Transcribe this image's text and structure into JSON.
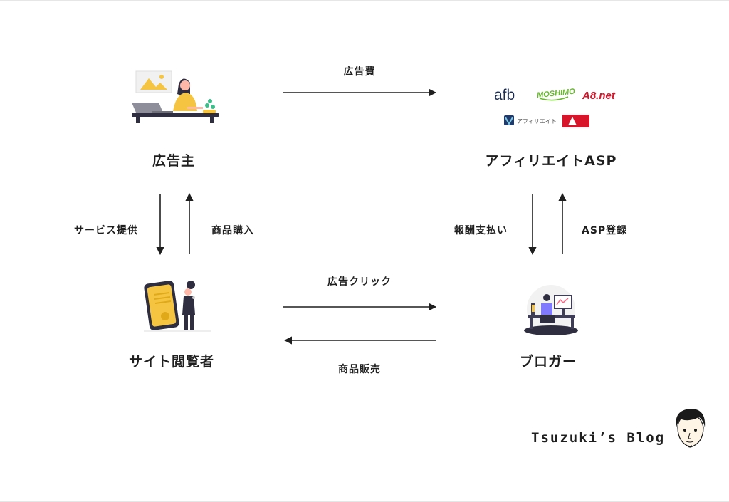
{
  "nodes": {
    "advertiser": "広告主",
    "asp": "アフィリエイトASP",
    "visitor": "サイト閲覧者",
    "blogger": "ブロガー"
  },
  "edges": {
    "ad_fee": "広告費",
    "service": "サービス提供",
    "purchase": "商品購入",
    "reward": "報酬支払い",
    "asp_register": "ASP登録",
    "ad_click": "広告クリック",
    "sales": "商品販売"
  },
  "asp_logos": {
    "afb": "afb",
    "moshimo": "MOSHIMO",
    "a8": "A8.net",
    "vc": "アフィリエイト"
  },
  "brand": "Tsuzuki’s Blog",
  "colors": {
    "accent_yellow": "#f5c542",
    "dark": "#2f2e41",
    "line": "#1f1f1f",
    "a8_red": "#d7142a"
  }
}
